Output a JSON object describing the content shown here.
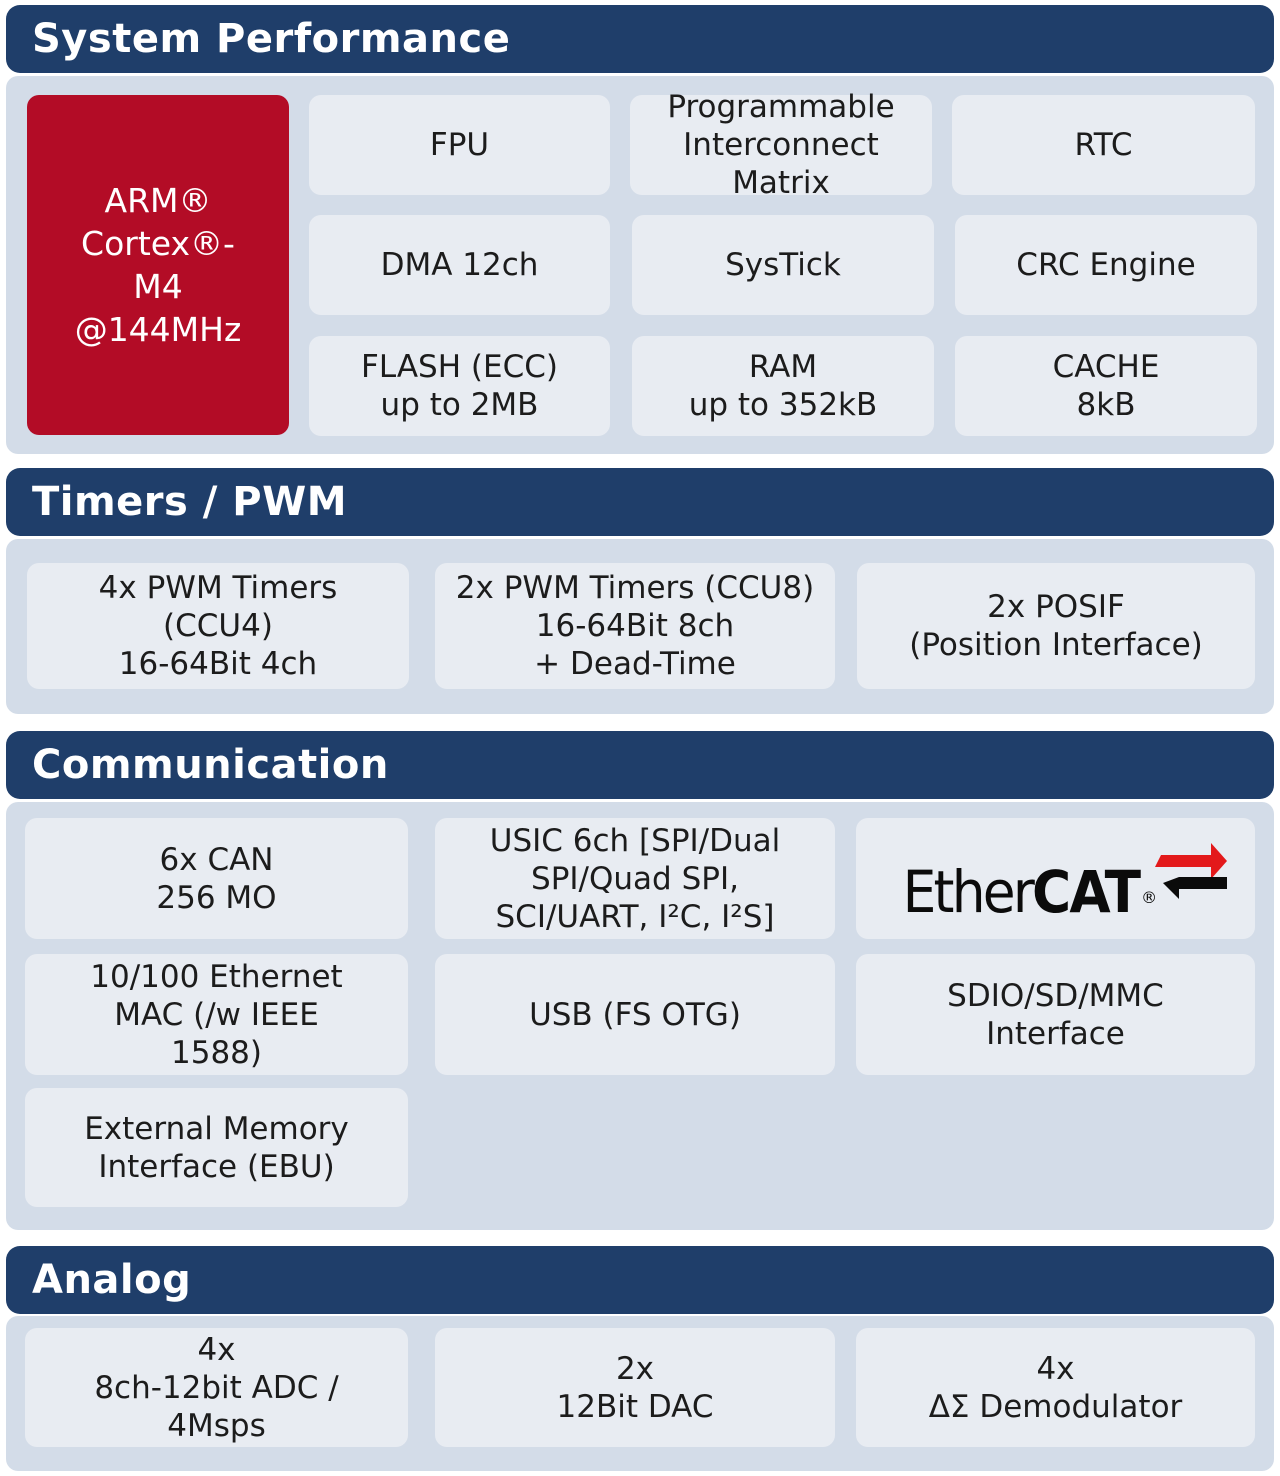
{
  "sections": {
    "system": {
      "title": "System Performance",
      "cpu": [
        "ARM®",
        "Cortex®-",
        "M4",
        "@144MHz"
      ],
      "fpu": [
        "FPU"
      ],
      "pim": [
        "Programmable",
        "Interconnect",
        "Matrix"
      ],
      "rtc": [
        "RTC"
      ],
      "dma": [
        "DMA 12ch"
      ],
      "systick": [
        "SysTick"
      ],
      "crc": [
        "CRC Engine"
      ],
      "flash": [
        "FLASH (ECC)",
        "up to 2MB"
      ],
      "ram": [
        "RAM",
        "up to 352kB"
      ],
      "cache": [
        "CACHE",
        "8kB"
      ]
    },
    "timers": {
      "title": "Timers / PWM",
      "ccu4": [
        "4x PWM Timers",
        "(CCU4)",
        "16-64Bit 4ch"
      ],
      "ccu8": [
        "2x PWM Timers (CCU8)",
        "16-64Bit 8ch",
        "+ Dead-Time"
      ],
      "posif": [
        "2x POSIF",
        "(Position Interface)"
      ]
    },
    "communication": {
      "title": "Communication",
      "can": [
        "6x CAN",
        "256 MO"
      ],
      "usic": [
        "USIC 6ch [SPI/Dual",
        "SPI/Quad SPI,",
        "SCI/UART, I²C, I²S]"
      ],
      "ethercat": {
        "ether": "Ether",
        "cat": "CAT",
        "reg": "®"
      },
      "ethernet": [
        "10/100 Ethernet",
        "MAC (/w IEEE",
        "1588)"
      ],
      "usb": [
        "USB (FS OTG)"
      ],
      "sdio": [
        "SDIO/SD/MMC",
        "Interface"
      ],
      "ebu": [
        "External Memory",
        "Interface (EBU)"
      ]
    },
    "analog": {
      "title": "Analog",
      "adc": [
        "4x",
        "8ch-12bit ADC /",
        "4Msps"
      ],
      "dac": [
        "2x",
        "12Bit DAC"
      ],
      "dsd": [
        "4x",
        "ΔΣ Demodulator"
      ]
    }
  },
  "colors": {
    "header": "#1f3e6a",
    "panel": "#d3dce8",
    "block": "#e8ecf2",
    "cpu": "#b30c26",
    "ethercat_arrow": "#e3191b"
  }
}
